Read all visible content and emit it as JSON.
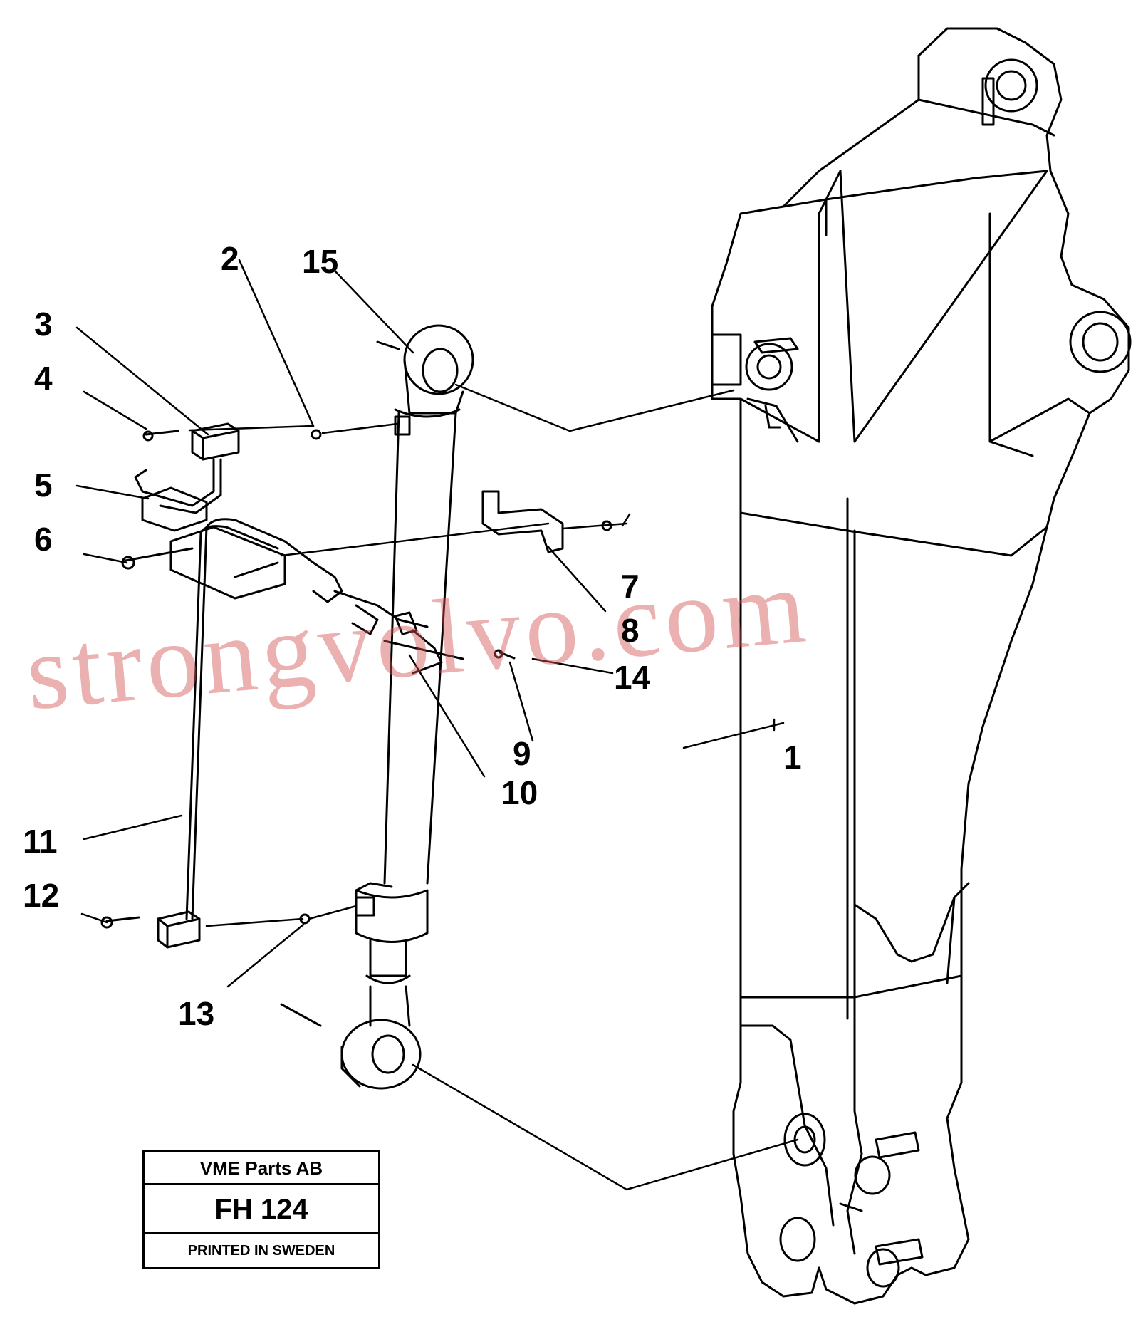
{
  "diagram": {
    "callouts": [
      {
        "id": "c1",
        "text": "1"
      },
      {
        "id": "c2",
        "text": "2"
      },
      {
        "id": "c3",
        "text": "3"
      },
      {
        "id": "c4",
        "text": "4"
      },
      {
        "id": "c5",
        "text": "5"
      },
      {
        "id": "c6",
        "text": "6"
      },
      {
        "id": "c7",
        "text": "7"
      },
      {
        "id": "c8",
        "text": "8"
      },
      {
        "id": "c9",
        "text": "9"
      },
      {
        "id": "c10",
        "text": "10"
      },
      {
        "id": "c11",
        "text": "11"
      },
      {
        "id": "c12",
        "text": "12"
      },
      {
        "id": "c13",
        "text": "13"
      },
      {
        "id": "c14",
        "text": "14"
      },
      {
        "id": "c15",
        "text": "15"
      }
    ],
    "watermark": "strongvolvo.com",
    "title_block": {
      "company": "VME Parts AB",
      "code": "FH 124",
      "printed": "PRINTED IN SWEDEN"
    },
    "colors": {
      "line": "#000000",
      "watermark": "#d25050",
      "background": "#ffffff"
    }
  }
}
